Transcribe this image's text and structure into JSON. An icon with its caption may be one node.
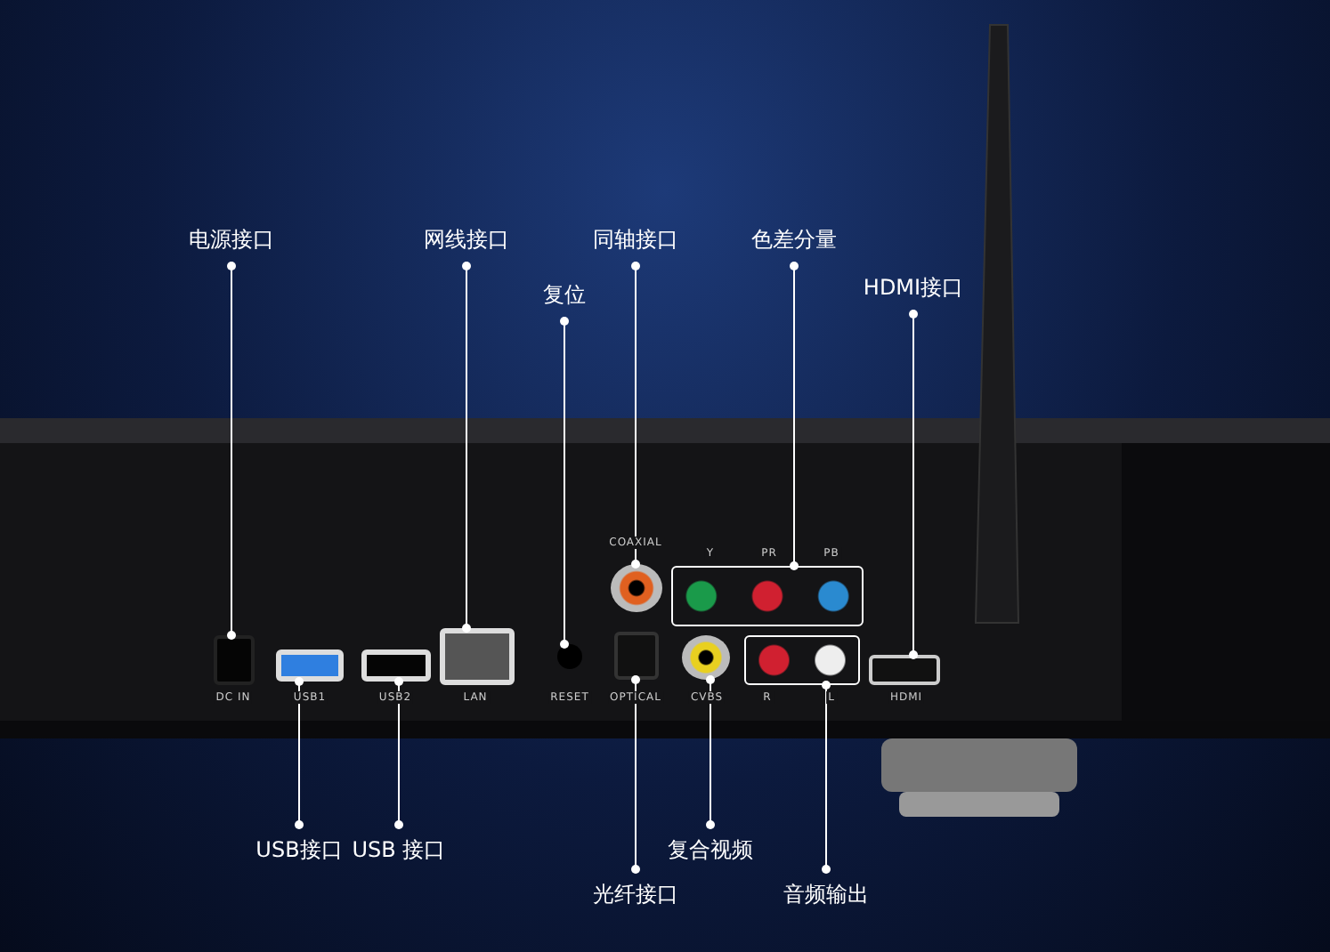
{
  "diagram": {
    "nodes": [
      {
        "text": [
          "电源接口"
        ]
      },
      {
        "text": [
          "网线接口"
        ]
      },
      {
        "text": [
          "同轴接口"
        ]
      },
      {
        "text": [
          "复位"
        ]
      },
      {
        "text": [
          "色差分量"
        ]
      },
      {
        "text": [
          "HDMI接口"
        ]
      },
      {
        "text": [
          "USB接口"
        ]
      },
      {
        "text": [
          "USB 接口"
        ]
      },
      {
        "text": [
          "光纤接口"
        ]
      },
      {
        "text": [
          "复合视频"
        ]
      },
      {
        "text": [
          "音频输出"
        ]
      },
      {
        "text": [],
        "shape": "box",
        "beside": [
          "DC IN"
        ]
      },
      {
        "text": [],
        "shape": "box",
        "beside": [
          "USB1"
        ]
      },
      {
        "text": [],
        "shape": "box",
        "beside": [
          "USB2"
        ]
      },
      {
        "text": [],
        "shape": "box",
        "beside": [
          "LAN"
        ]
      },
      {
        "text": [],
        "shape": "circle",
        "beside": [
          "RESET"
        ]
      },
      {
        "text": [],
        "shape": "circle",
        "beside": [
          "COAXIAL"
        ]
      },
      {
        "text": [],
        "shape": "box",
        "beside": [
          "OPTICAL"
        ]
      },
      {
        "text": [],
        "shape": "box",
        "beside": [
          "Y",
          "PR",
          "PB"
        ]
      },
      {
        "text": [],
        "shape": "circle",
        "beside": [
          "CVBS"
        ]
      },
      {
        "text": [],
        "shape": "box",
        "beside": [
          "R",
          "L"
        ]
      },
      {
        "text": [],
        "shape": "box",
        "beside": [
          "HDMI"
        ]
      }
    ],
    "edges": [
      {
        "from": 0,
        "to": 11,
        "arrow": "other"
      },
      {
        "from": 1,
        "to": 14,
        "arrow": "other"
      },
      {
        "from": 2,
        "to": 16,
        "arrow": "other"
      },
      {
        "from": 3,
        "to": 15,
        "arrow": "other"
      },
      {
        "from": 4,
        "to": 18,
        "arrow": "other"
      },
      {
        "from": 5,
        "to": 21,
        "arrow": "other"
      },
      {
        "from": 6,
        "to": 12,
        "arrow": "other"
      },
      {
        "from": 7,
        "to": 13,
        "arrow": "other"
      },
      {
        "from": 8,
        "to": 17,
        "arrow": "other"
      },
      {
        "from": 9,
        "to": 19,
        "arrow": "other"
      },
      {
        "from": 10,
        "to": 20,
        "arrow": "other"
      }
    ]
  }
}
